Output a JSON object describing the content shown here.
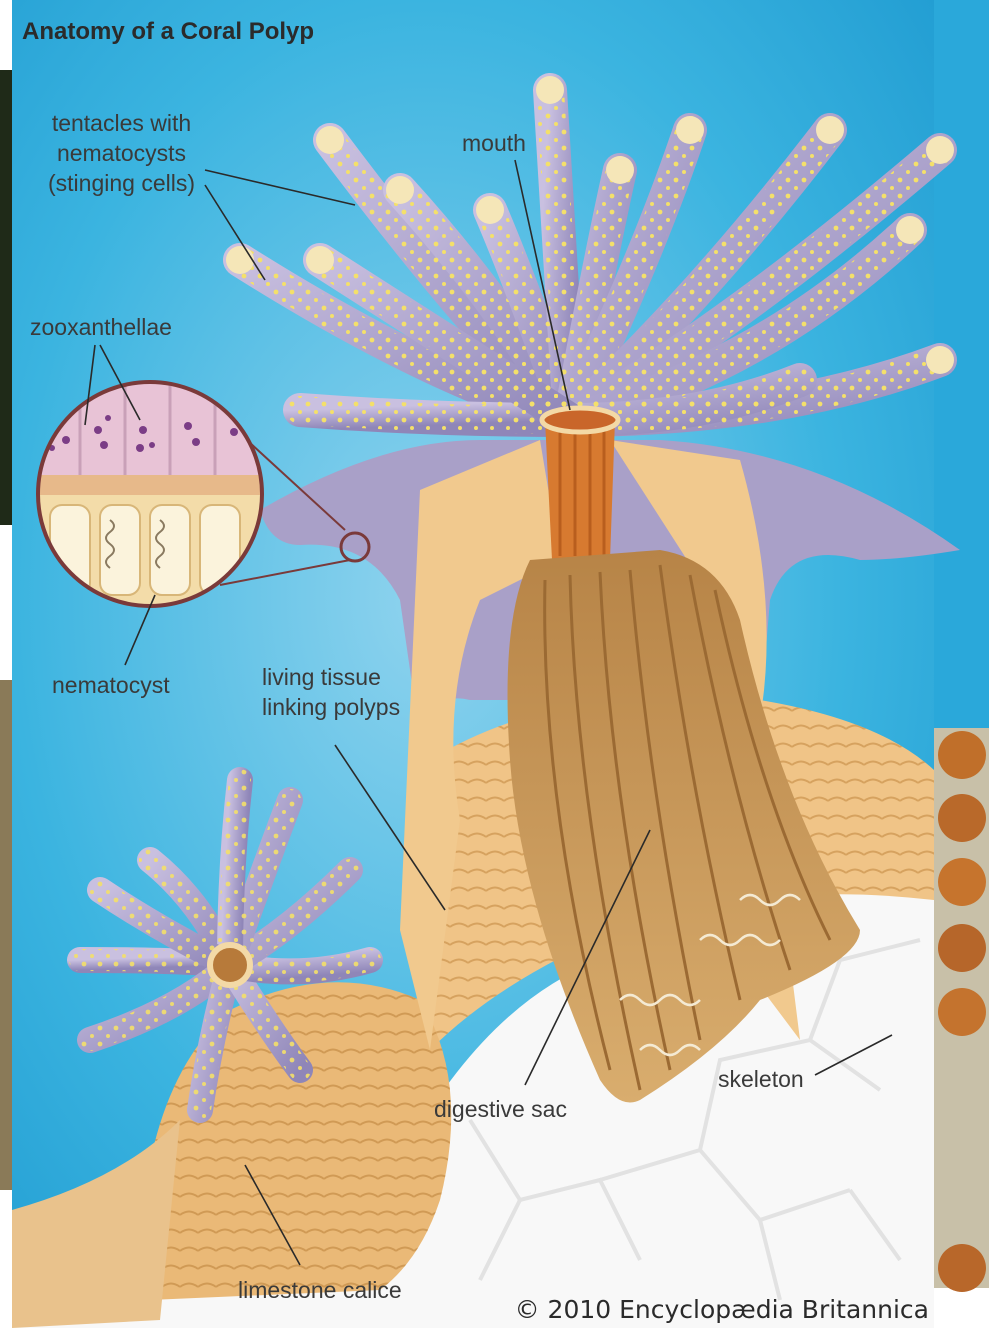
{
  "title": "Anatomy of a Coral Polyp",
  "labels": {
    "tentacles": "tentacles with\nnematocysts\n(stinging cells)",
    "mouth": "mouth",
    "zooxanthellae": "zooxanthellae",
    "nematocyst": "nematocyst",
    "living_tissue": "living tissue\nlinking polyps",
    "digestive_sac": "digestive sac",
    "skeleton": "skeleton",
    "limestone_calice": "limestone calice"
  },
  "copyright": "© 2010 Encyclopædia Britannica",
  "colors": {
    "water": "#3bb4e0",
    "tissue": "#f1c98e",
    "tentacle": "#a9a0c8",
    "spots": "#f4e06a",
    "skeleton": "#f8f8f8",
    "digestive": "#c9975a"
  }
}
